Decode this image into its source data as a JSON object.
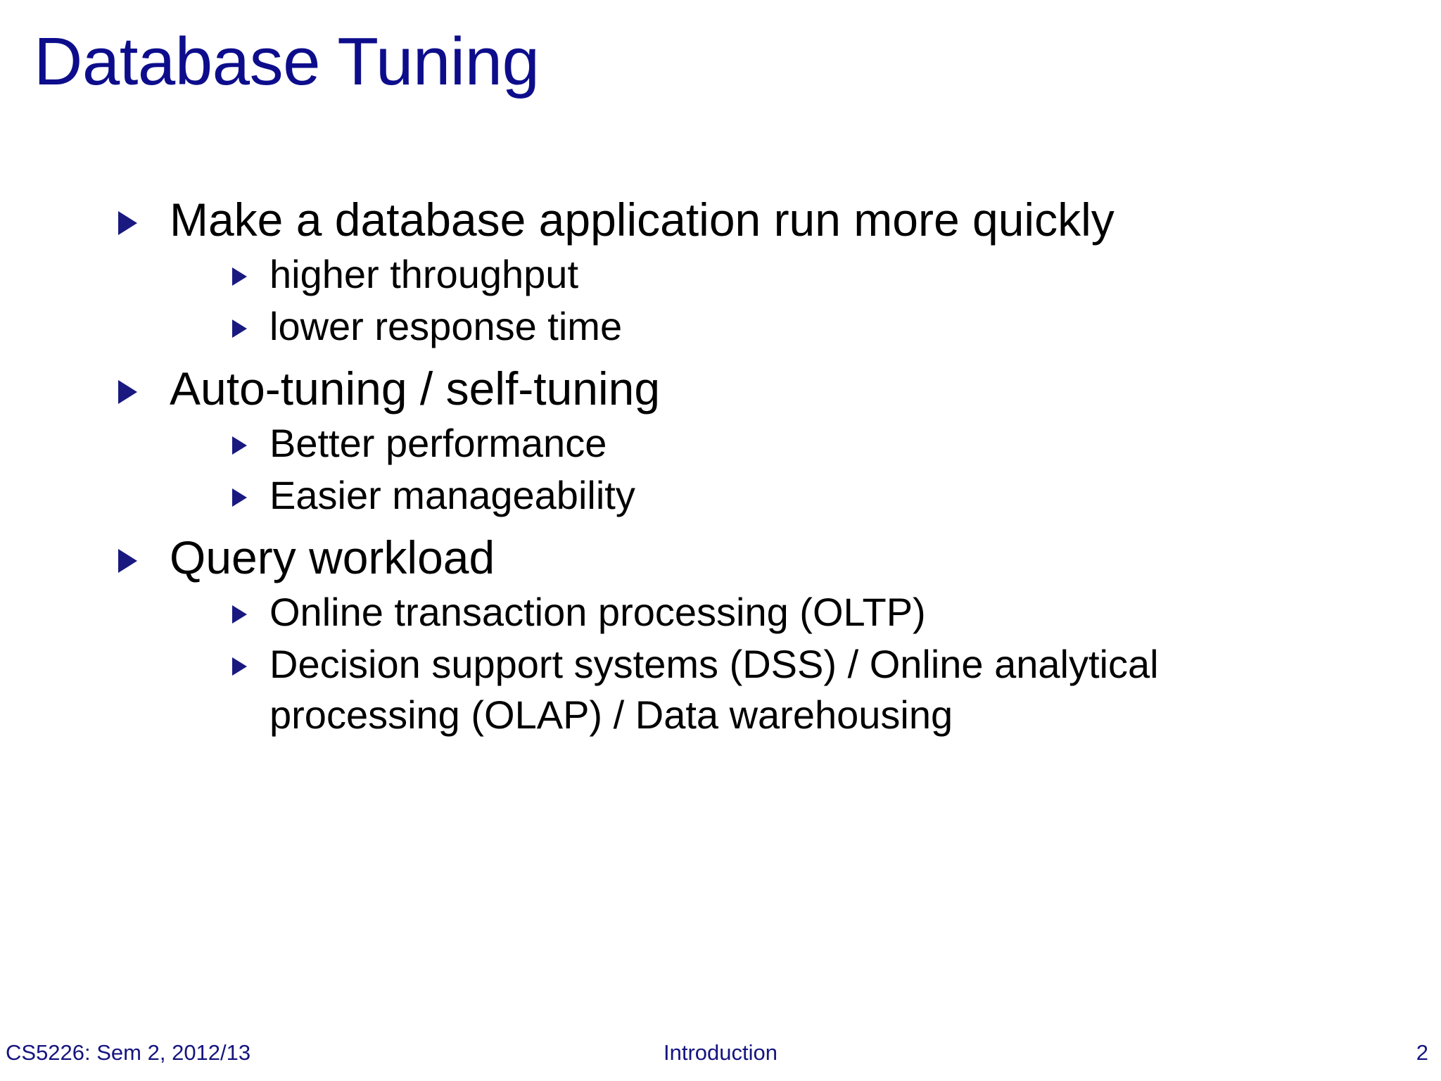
{
  "slide": {
    "title": "Database Tuning",
    "title_color": "#0d0d8c",
    "body_text_color": "#000000",
    "bullet_color": "#191980",
    "background_color": "#ffffff",
    "bullets": [
      {
        "level": 1,
        "text": "Make a database application run more quickly",
        "bullet_icon": "triangle-right-bullet"
      },
      {
        "level": 2,
        "text": "higher throughput",
        "bullet_icon": "triangle-right-bullet"
      },
      {
        "level": 2,
        "text": "lower response time",
        "bullet_icon": "triangle-right-bullet"
      },
      {
        "level": 1,
        "text": "Auto-tuning / self-tuning",
        "bullet_icon": "triangle-right-bullet"
      },
      {
        "level": 2,
        "text": "Better performance",
        "bullet_icon": "triangle-right-bullet"
      },
      {
        "level": 2,
        "text": "Easier manageability",
        "bullet_icon": "triangle-right-bullet"
      },
      {
        "level": 1,
        "text": "Query workload",
        "bullet_icon": "triangle-right-bullet"
      },
      {
        "level": 2,
        "text": "Online transaction processing (OLTP)",
        "bullet_icon": "triangle-right-bullet"
      },
      {
        "level": 2,
        "text": "Decision support systems (DSS) / Online analytical processing (OLAP) / Data warehousing",
        "bullet_icon": "triangle-right-bullet"
      }
    ]
  },
  "footer": {
    "course": "CS5226: Sem 2, 2012/13",
    "topic": "Introduction",
    "page_number": "2",
    "color": "#15157f"
  }
}
